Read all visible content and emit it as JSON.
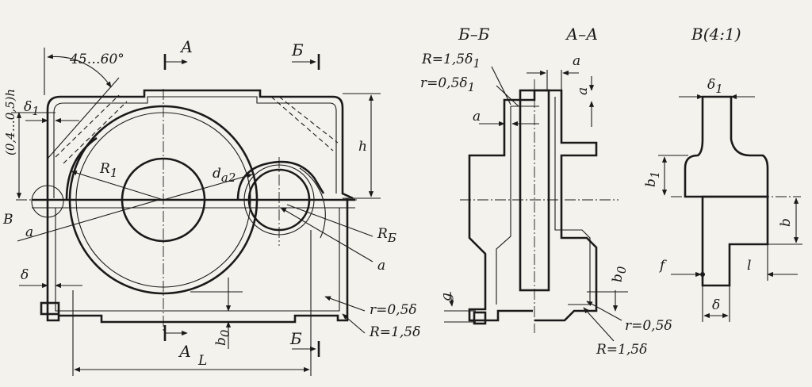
{
  "titles": {
    "section_bb": "Б–Б",
    "section_aa": "А–А",
    "detail_v": "В(4:1)"
  },
  "main_view": {
    "angle": "45…60°",
    "wall_ratio": "(0,4…0,5)h",
    "delta1": "δ",
    "delta1_sub": "1",
    "h": "h",
    "R1": "R",
    "R1_sub": "1",
    "da2": "d",
    "da2_sub": "a2",
    "cut_a_top": "А",
    "cut_b_top": "Б",
    "cut_a_bottom": "А",
    "cut_b_bottom": "Б",
    "detail_mark": "В",
    "a_left": "a",
    "a_right": "a",
    "RB": "R",
    "RB_sub": "Б",
    "delta": "δ",
    "b0": "b",
    "b0_sub": "0",
    "L": "L",
    "r_label": "r=0,5δ",
    "R_label": "R=1,5δ"
  },
  "section_view": {
    "R_top": "R=1,5δ",
    "R_top_sub": "1",
    "r_top": "r=0,5δ",
    "r_top_sub": "1",
    "a_top": "a",
    "a_vert": "a",
    "a_left": "a",
    "b0": "b",
    "b0_sub": "0",
    "g": "g",
    "r_bottom": "r=0,5δ",
    "R_bottom": "R=1,5δ"
  },
  "detail_view": {
    "delta1": "δ",
    "delta1_sub": "1",
    "b1": "b",
    "b1_sub": "1",
    "b": "b",
    "f": "f",
    "l": "l",
    "delta": "δ"
  }
}
